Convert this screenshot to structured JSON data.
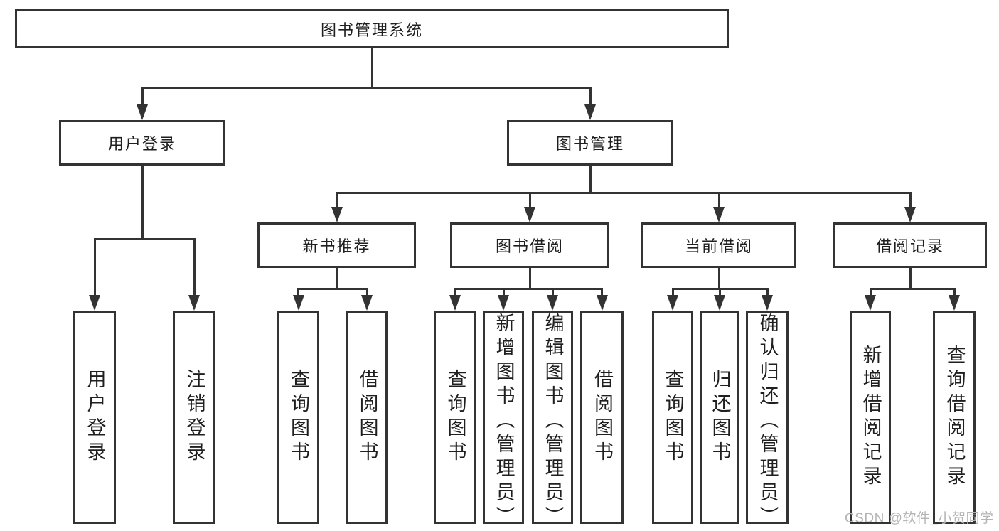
{
  "tree": {
    "root": {
      "label": "图书管理系统",
      "children": [
        {
          "label": "用户登录",
          "children": [
            {
              "label": "用户登录"
            },
            {
              "label": "注销登录"
            }
          ]
        },
        {
          "label": "图书管理",
          "children": [
            {
              "label": "新书推荐",
              "children": [
                {
                  "label": "查询图书"
                },
                {
                  "label": "借阅图书"
                }
              ]
            },
            {
              "label": "图书借阅",
              "children": [
                {
                  "label": "查询图书"
                },
                {
                  "label": "新增图书（管理员）"
                },
                {
                  "label": "编辑图书（管理员）"
                },
                {
                  "label": "借阅图书"
                }
              ]
            },
            {
              "label": "当前借阅",
              "children": [
                {
                  "label": "查询图书"
                },
                {
                  "label": "归还图书"
                },
                {
                  "label": "确认归还（管理员）"
                }
              ]
            },
            {
              "label": "借阅记录",
              "children": [
                {
                  "label": "新增借阅记录"
                },
                {
                  "label": "查询借阅记录"
                }
              ]
            }
          ]
        }
      ]
    }
  },
  "watermark": {
    "text": "CSDN @软件_小贺同学"
  },
  "colors": {
    "line": "#333333",
    "text": "#1f1f1f",
    "watermark": "#b4b4b4",
    "background": "#ffffff"
  }
}
